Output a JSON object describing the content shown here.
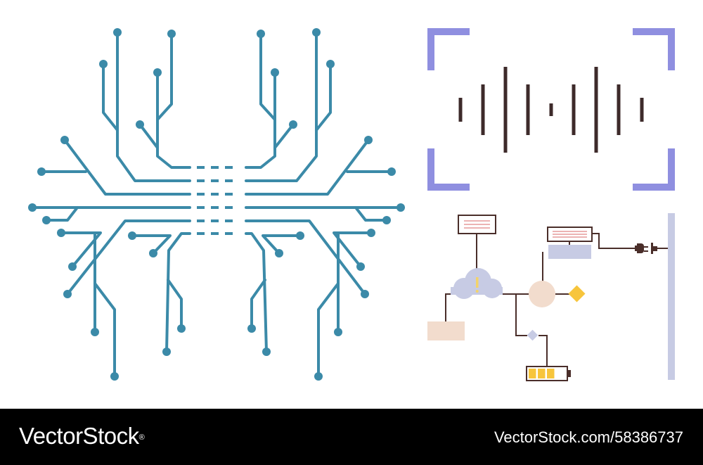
{
  "colors": {
    "circuit": "#3b8aa8",
    "frame": "#8f8fe0",
    "soundwave": "#3d2a2a",
    "wire": "#4a2e2a",
    "cloud": "#c7cbe4",
    "alert_mark": "#f3d36a",
    "node_circle": "#f2dccd",
    "diamond": "#f7c53c",
    "small_diamond": "#c7cbe4",
    "storage_block": "#f2dccd",
    "server_block": "#c7cbe4",
    "note_line": "#e59a9a",
    "battery_cell": "#f7c53c",
    "divider": "#c7cbe4",
    "footer_bg": "#000000",
    "footer_text": "#ffffff"
  },
  "icons": [
    "circuit-board-icon",
    "voice-recognition-icon",
    "cloud-alert-icon",
    "power-plug-icon",
    "battery-icon"
  ],
  "battery_level": 0.75,
  "footer": {
    "brand": "VectorStock",
    "brand_mark": "®",
    "image_id": "VectorStock.com/58386737"
  }
}
